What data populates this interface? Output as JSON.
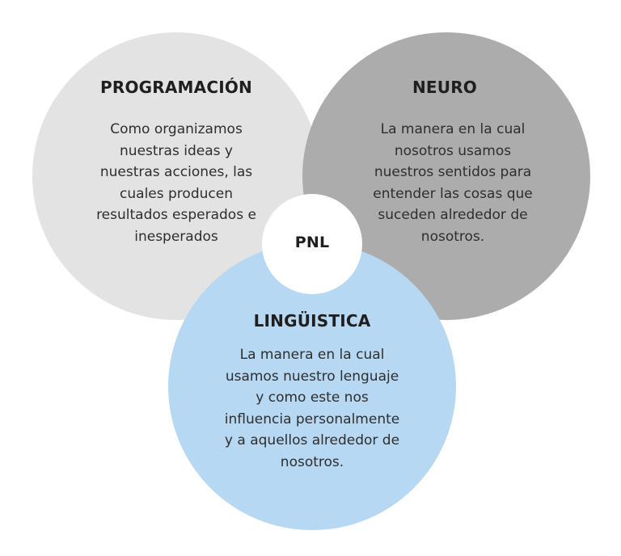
{
  "diagram": {
    "colors": {
      "programacion": "#e3e3e3",
      "neuro": "#acacac",
      "linguistica": "#b7d8f2",
      "center": "#ffffff"
    },
    "center": {
      "label": "PNL"
    },
    "programacion": {
      "title": "PROGRAMACIÓN",
      "lines": [
        "Como organizamos",
        "nuestras ideas y",
        "nuestras acciones, las",
        "cuales producen",
        "resultados esperados e",
        "inesperados"
      ]
    },
    "neuro": {
      "title": "NEURO",
      "lines": [
        "La manera en la cual",
        "nosotros usamos",
        "nuestros sentidos para",
        "entender las cosas que",
        "suceden alrededor de",
        "nosotros."
      ]
    },
    "linguistica": {
      "title": "LINGÜISTICA",
      "lines": [
        "La manera en la cual",
        "usamos nuestro lenguaje",
        "y como este nos",
        "influencia personalmente",
        "y a aquellos alrededor de",
        "nosotros."
      ]
    }
  }
}
